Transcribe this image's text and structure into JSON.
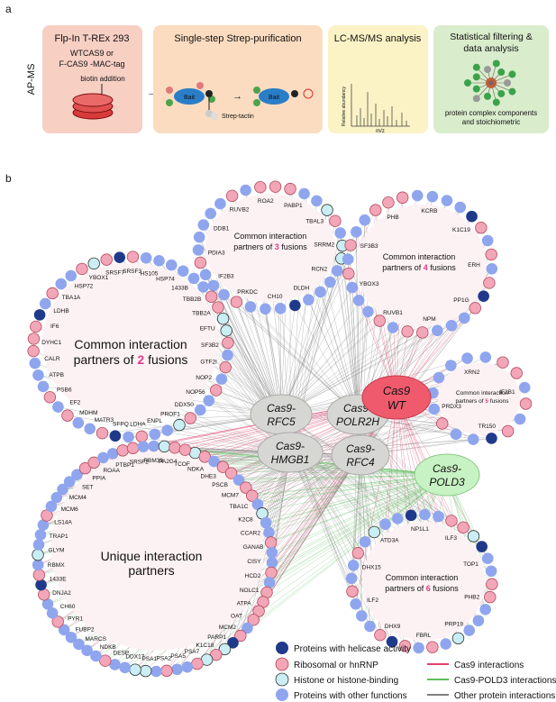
{
  "panel_a": {
    "letter": "a",
    "side_label": "AP-MS",
    "box1": {
      "title": "Flp-In T-REx 293",
      "line1": "WTCAS9 or",
      "line2": "F-CAS9 -MAC-tag",
      "note": "biotin addition"
    },
    "box2": {
      "title": "Single-step Strep-purification",
      "bait": "Bait",
      "tactin": "Strep-tactin"
    },
    "box3": {
      "title": "LC-MS/MS analysis",
      "ylabel": "Relative abundancy",
      "xlabel": "m/z"
    },
    "box4": {
      "title1": "Statistical filtering &",
      "title2": "data analysis",
      "cap1": "protein complex components",
      "cap2": "and stoichiometric"
    }
  },
  "panel_b": {
    "letter": "b",
    "baits": {
      "cas9_wt": [
        "Cas9",
        "WT"
      ],
      "rfc5": [
        "Cas9-",
        "RFC5"
      ],
      "polr2h": [
        "Cas9-",
        "POLR2H"
      ],
      "hmgb1": [
        "Cas9-",
        "HMGB1"
      ],
      "rfc4": [
        "Cas9-",
        "RFC4"
      ],
      "pold3": [
        "Cas9-",
        "POLD3"
      ]
    },
    "clusters": {
      "c2": {
        "pre": "Common interaction",
        "mid": "partners of ",
        "num": "2",
        "post": " fusions"
      },
      "c3": {
        "pre": "Common interaction",
        "mid": "partners of ",
        "num": "3",
        "post": " fusions"
      },
      "c4": {
        "pre": "Common interaction",
        "mid": "partners of ",
        "num": "4",
        "post": " fusions"
      },
      "c5": {
        "pre": "Common interaction",
        "mid": "partners of ",
        "num": "5",
        "post": " fusions"
      },
      "c6": {
        "pre": "Common interaction",
        "mid": "partners of ",
        "num": "6",
        "post": " fusions"
      },
      "unique": {
        "line1": "Unique interaction",
        "line2": "partners"
      }
    },
    "protein_labels": {
      "c3": [
        "DDB1",
        "RUVB2",
        "ROA2",
        "PABP1",
        "TBAL3",
        "SRRM2",
        "RCN2",
        "DLDH",
        "CH10",
        "PRKDC",
        "IF2B3",
        "PDIA3"
      ],
      "c4": [
        "PHB",
        "KCRB",
        "K1C19",
        "ERH",
        "PP1G",
        "NPM",
        "RUVB1",
        "YBOX3",
        "SF3B3"
      ],
      "c5": [
        "XRN2",
        "IF2B1",
        "TR150",
        "PRDX3"
      ],
      "c6": [
        "NP1L1",
        "ILF3",
        "TOP1",
        "PHB2",
        "PRP19",
        "FBRL",
        "DHX9",
        "ILF2",
        "DHX15",
        "ATD3A"
      ],
      "c2": [
        "YBOX1",
        "SRSF7",
        "SRSF3",
        "HS105",
        "HSP74",
        "1433B",
        "TBB2B",
        "TBB2A",
        "EFTU",
        "SF3B2",
        "GTF2I",
        "NOP2",
        "NOP56",
        "DDX50",
        "PROF1",
        "ENPL",
        "LDHA",
        "SFPQ",
        "MATR3",
        "MDHM",
        "EF2",
        "PSB6",
        "ATPB",
        "CALR",
        "DYHC1",
        "IF6",
        "LDHB",
        "TBA1A",
        "HSP72"
      ],
      "unique_top": [
        "NDKA",
        "DHE3",
        "PSCB",
        "MCM7",
        "TBA1C",
        "K2C8",
        "CCAR2",
        "GANAB",
        "CISY",
        "HCD2",
        "NOLC1",
        "ATPA",
        "OAT",
        "MCM2",
        "PARP1",
        "K1C18",
        "PSA7",
        "PSA5",
        "PSA2",
        "PSA1",
        "DDX17",
        "DESP",
        "NDKB",
        "MARCS",
        "FUBP2",
        "PYR1",
        "CH60",
        "DNJA2"
      ],
      "unique_left": [
        "1433E",
        "RBMX",
        "GLYM",
        "TRAP1",
        "LS14A",
        "MCM6",
        "MCM4",
        "SET",
        "PPIA",
        "ROAA",
        "PTBP1",
        "SRSF2",
        "RBM39",
        "PA2G4",
        "TCOF"
      ]
    },
    "legend": {
      "helicase": "Proteins with helicase activity",
      "ribosomal": "Ribosomal or  hnRNP",
      "histone": "Histone or histone-binding",
      "other": "Proteins with other functions",
      "cas9_int": "Cas9 interactions",
      "pold3_int": "Cas9-POLD3 interactions",
      "other_int": "Other protein interactions"
    },
    "colors": {
      "helicase": "#1f3a8a",
      "ribosomal": "#f2a6b8",
      "histone": "#c9eef4",
      "other": "#8fa6ee",
      "cas9": "#e0416e",
      "pold3": "#5cbf5c",
      "grey": "#808080"
    }
  }
}
